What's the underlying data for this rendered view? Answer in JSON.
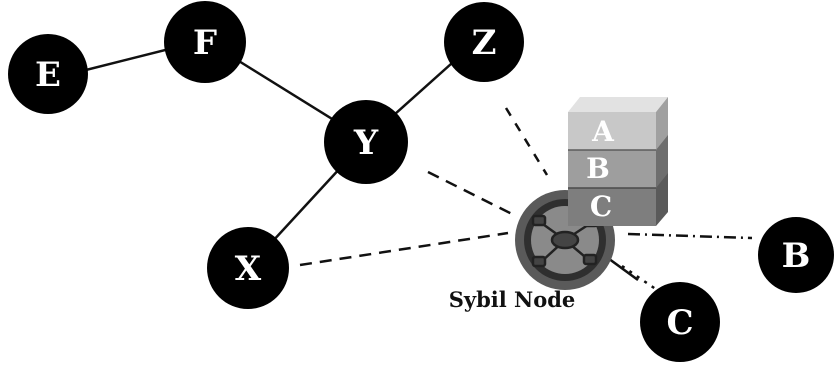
{
  "nodes": {
    "E": "E",
    "F": "F",
    "Y": "Y",
    "Z": "Z",
    "X": "X",
    "B": "B",
    "C": "C"
  },
  "sybil_identities": [
    "A",
    "B",
    "C"
  ],
  "sybil_caption": "Sybil Node",
  "colors": {
    "node_fill": "#000000",
    "node_text": "#ffffff",
    "sybil_ring": "#555555",
    "sybil_inner": "#8a8a8a",
    "box_a": "#c8c8c8",
    "box_b": "#9e9e9e",
    "box_c": "#7e7e7e"
  },
  "icons": {
    "sybil": "network-hub-icon"
  }
}
